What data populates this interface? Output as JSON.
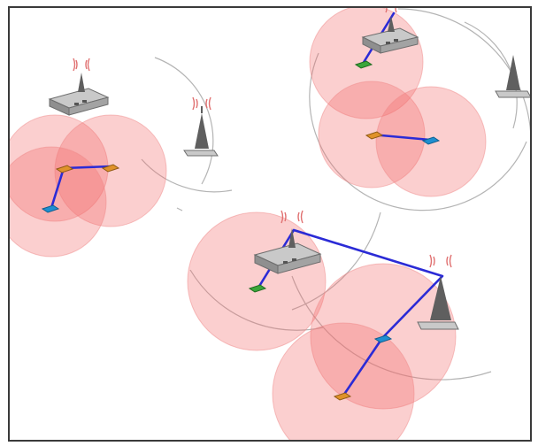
{
  "colors": {
    "background": "#ffffff",
    "frame": "#3a3a3a",
    "coverage_fill": "#f26a6a",
    "coverage_opacity": 0.32,
    "range_arc": "#b4b4b4",
    "link": "#2b2bd6",
    "router_body": "#8f8f8f",
    "router_top": "#c9c9c9",
    "tower": "#5f5f5f",
    "signal_waves": "#e07070",
    "node_green": "#3aa63a",
    "node_orange": "#e0922a",
    "node_cyan": "#1f8fd0"
  },
  "icons": {
    "router": "router-icon",
    "tower": "antenna-tower-icon",
    "node": "sensor-node-icon",
    "signal": "wireless-signal-icon"
  },
  "routers": [
    "router-left",
    "router-top-right",
    "router-bottom"
  ],
  "towers": [
    "tower-left",
    "tower-top-right",
    "tower-bottom-right"
  ],
  "coverage_groups": [
    "cluster-left",
    "cluster-top-right",
    "cluster-bottom"
  ]
}
